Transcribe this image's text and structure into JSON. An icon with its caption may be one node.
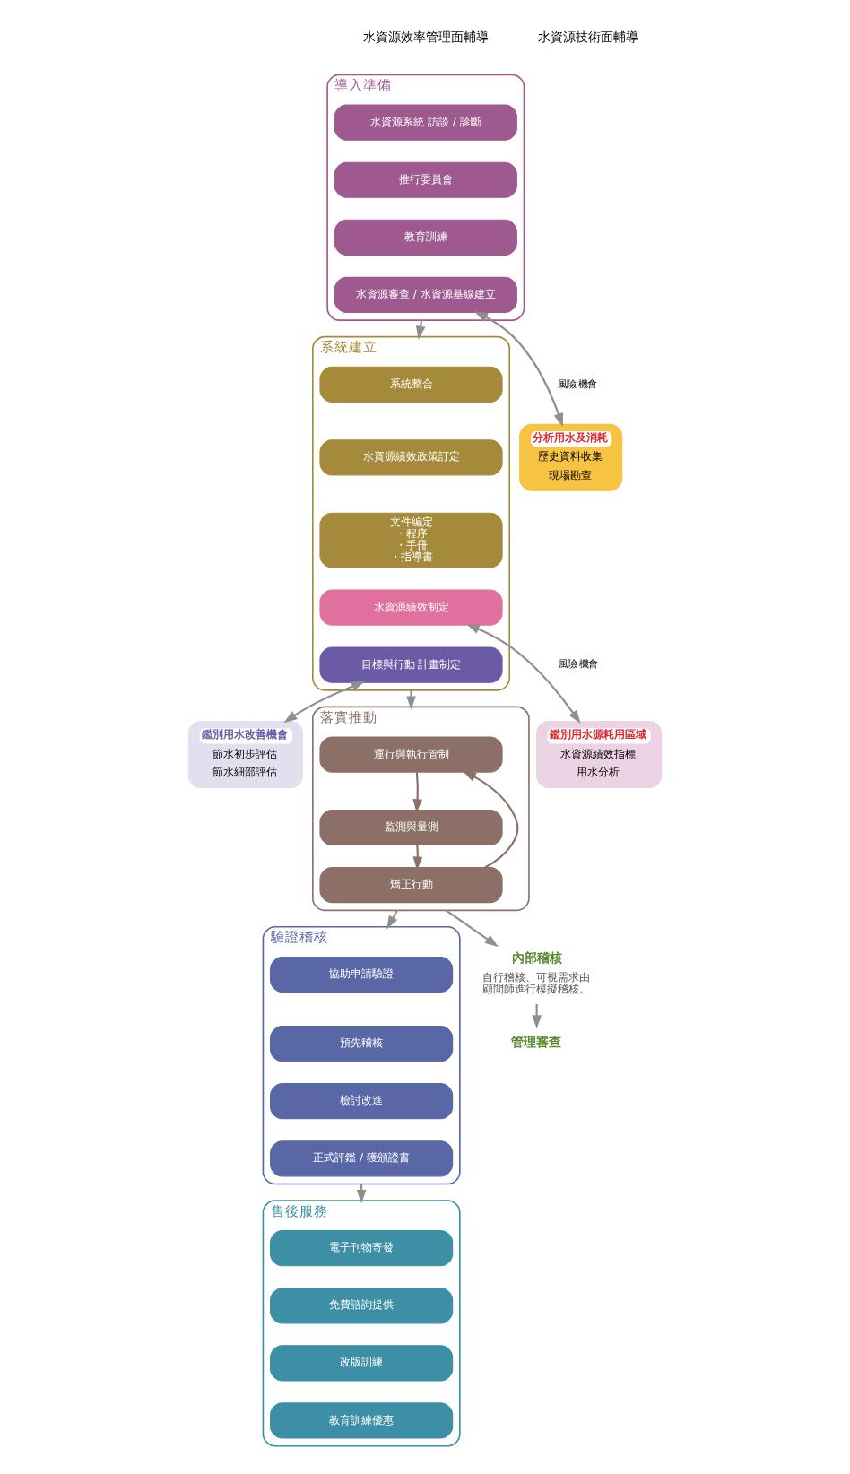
{
  "diagram": {
    "nodes": [
      {
        "text": [
          "導入準備"
        ]
      },
      {
        "text": [
          "水資源系統 訪談 / 診斷"
        ],
        "in": 0
      },
      {
        "text": [
          "推行委員會"
        ],
        "in": 0
      },
      {
        "text": [
          "教育訓練"
        ],
        "in": 0
      },
      {
        "text": [
          "水資源審查 / 水資源基線建立"
        ],
        "in": 0
      },
      {
        "text": [
          "分析用水及消耗",
          "歷史資料收集",
          "現場勘查"
        ]
      },
      {
        "text": [
          "系統建立"
        ]
      },
      {
        "text": [
          "系統整合"
        ],
        "in": 6
      },
      {
        "text": [
          "水資源績效政策訂定"
        ],
        "in": 6
      },
      {
        "text": [
          "文件編定",
          "・程序",
          "・手冊",
          "・指導書"
        ],
        "in": 6
      },
      {
        "text": [
          "水資源績效制定"
        ],
        "in": 6
      },
      {
        "text": [
          "目標與行動 計畫制定"
        ],
        "in": 6
      },
      {
        "text": [
          "鑑別用水源耗用區域",
          "水資源績效指標",
          "用水分析"
        ]
      },
      {
        "text": [
          "鑑別用水改善機會",
          "節水初步評估",
          "節水細部評估"
        ]
      },
      {
        "text": [
          "落實推動"
        ]
      },
      {
        "text": [
          "運行與執行管制"
        ],
        "in": 14
      },
      {
        "text": [
          "監測與量測"
        ],
        "in": 14
      },
      {
        "text": [
          "矯正行動"
        ],
        "in": 14
      },
      {
        "text": [
          "內部稽核"
        ],
        "beside": [
          "自行稽核、可視需求由顧問師進行模擬稽核。"
        ]
      },
      {
        "text": [
          "管理審查"
        ]
      },
      {
        "text": [
          "驗證稽核"
        ]
      },
      {
        "text": [
          "協助申請驗證"
        ],
        "in": 20
      },
      {
        "text": [
          "預先稽核"
        ],
        "in": 20
      },
      {
        "text": [
          "檢討改進"
        ],
        "in": 20
      },
      {
        "text": [
          "正式評鑑 / 獲頒證書"
        ],
        "in": 20
      },
      {
        "text": [
          "售後服務"
        ]
      },
      {
        "text": [
          "電子刊物寄發"
        ],
        "in": 25
      },
      {
        "text": [
          "免費諮詢提供"
        ],
        "in": 25
      },
      {
        "text": [
          "改版訓練"
        ],
        "in": 25
      },
      {
        "text": [
          "教育訓練優惠"
        ],
        "in": 25
      }
    ],
    "edges": [
      {
        "from": 4,
        "to": 5,
        "arrow": "both",
        "label": "風險 機會"
      },
      {
        "from": 0,
        "to": 6,
        "arrow": "to"
      },
      {
        "from": 10,
        "to": 12,
        "arrow": "both",
        "label": "風險 機會"
      },
      {
        "from": 11,
        "to": 13,
        "arrow": "both"
      },
      {
        "from": 6,
        "to": 14,
        "arrow": "to"
      },
      {
        "from": 15,
        "to": 16,
        "arrow": "to",
        "color": "#8c7068"
      },
      {
        "from": 16,
        "to": 17,
        "arrow": "to",
        "color": "#8c7068"
      },
      {
        "from": 17,
        "to": 15,
        "arrow": "to",
        "color": "#8c7068"
      },
      {
        "from": 14,
        "to": 18,
        "arrow": "to"
      },
      {
        "from": 18,
        "to": 19,
        "arrow": "to"
      },
      {
        "from": 14,
        "to": 20,
        "arrow": "to"
      },
      {
        "from": 20,
        "to": 25,
        "arrow": "to"
      }
    ],
    "labels": [
      "水資源效率管理面輔導",
      "水資源技術面輔導"
    ]
  }
}
